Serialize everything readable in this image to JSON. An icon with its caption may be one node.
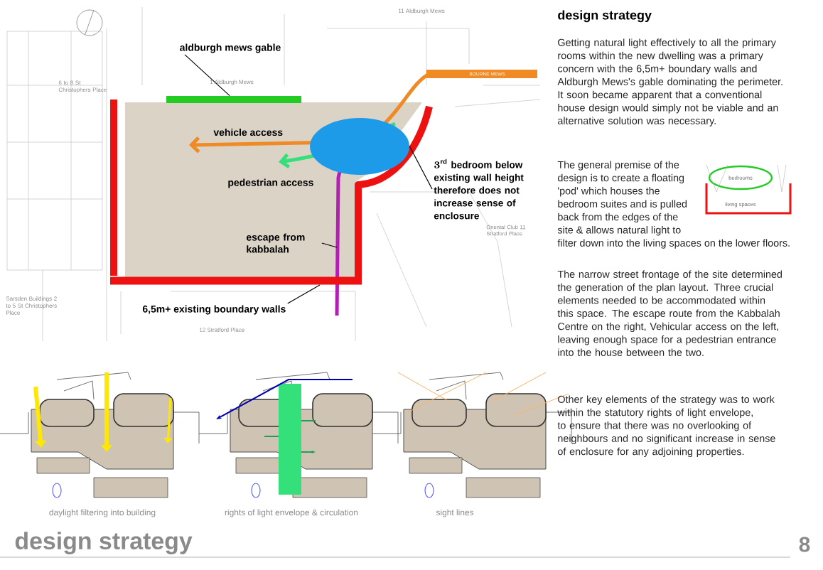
{
  "diagram": {
    "title": "design strategy",
    "nodes": [
      {
        "text": [
          "aldburgh mews gable"
        ]
      },
      {
        "text": [],
        "shape": "bar"
      },
      {
        "text": [
          "3^{\\mathrm{rd}}",
          "bedroom below existing wall height therefore does not increase sense of enclosure"
        ]
      },
      {
        "text": [],
        "shape": "ellipse"
      },
      {
        "text": [
          "escape from kabbalah"
        ]
      },
      {
        "text": [
          "6,5m+ existing boundary walls"
        ]
      },
      {
        "text": [
          "bedrooms"
        ]
      },
      {
        "text": [
          "living spaces"
        ]
      },
      {
        "text": [],
        "shape": "line"
      }
    ],
    "edges": [
      {
        "from": 0,
        "to": 1,
        "arrow": "none"
      },
      {
        "from": 2,
        "to": 3,
        "arrow": "none"
      },
      {
        "from": 4,
        "to": null,
        "arrow": "none"
      },
      {
        "from": 5,
        "to": 8,
        "arrow": "none"
      }
    ],
    "labels": [
      "11 Aldburgh Mews",
      "1 Aldburgh Mews",
      "6 to 8 St Christophers Place",
      "BOURNE MEWS",
      "vehicle access",
      "pedestrian access",
      "Oriental Club 11 Stratford Place",
      "Sarsden Buildings 2 to 5 St Christophers Place",
      "12 Stratford Place",
      "Getting natural light effectively to all the primary rooms within the new dwelling was a primary concern with the 6,5m+ boundary walls and Aldburgh Mews's gable dominating the perimeter. It soon became apparent that a conventional house design would simply not be viable and an alternative solution was necessary.",
      "The general premise of the design is to create a floating 'pod' which houses the bedroom suites and is pulled back from the edges of the site & allows natural light to filter down into the living spaces on the lower floors.",
      "The narrow street frontage of the site determined the generation of the plan layout. Three crucial elements needed to be accommodated within this space. The escape route from the Kabbalah Centre on the right, Vehicular access on the left, leaving enough space for a pedestrian entrance into the house between the two.",
      "Other key elements of the strategy was to work within the statutory rights of light envelope, to ensure that there was no overlooking of neighbours and no significant increase in sense of enclosure for any adjoining properties.",
      "daylight filtering into building",
      "rights of light envelope & circulation",
      "sight lines",
      "design strategy",
      "8"
    ]
  }
}
